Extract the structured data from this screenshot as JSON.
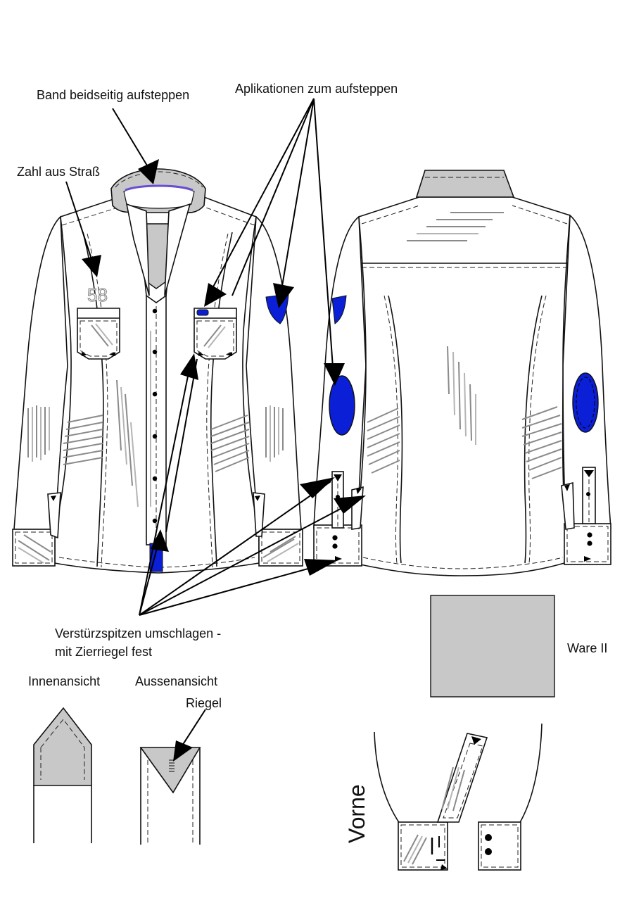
{
  "labels": {
    "band": "Band beidseitig aufsteppen",
    "applications": "Aplikationen zum aufsteppen",
    "number": "Zahl aus Straß",
    "turn_tips_line1": "Verstürzspitzen umschlagen -",
    "turn_tips_line2": "mit Zierriegel fest",
    "inner_view": "Innenansicht",
    "outer_view": "Aussenansicht",
    "bartack": "Riegel",
    "fabric": "Ware II",
    "front": "Vorne",
    "number_art": "58"
  },
  "colors": {
    "outline": "#111111",
    "contrast_fabric": "#c8c8c8",
    "applique_blue": "#0a1fd6",
    "stripe_dark": "#8a8a8a",
    "stripe_light": "#b5b5b5"
  }
}
